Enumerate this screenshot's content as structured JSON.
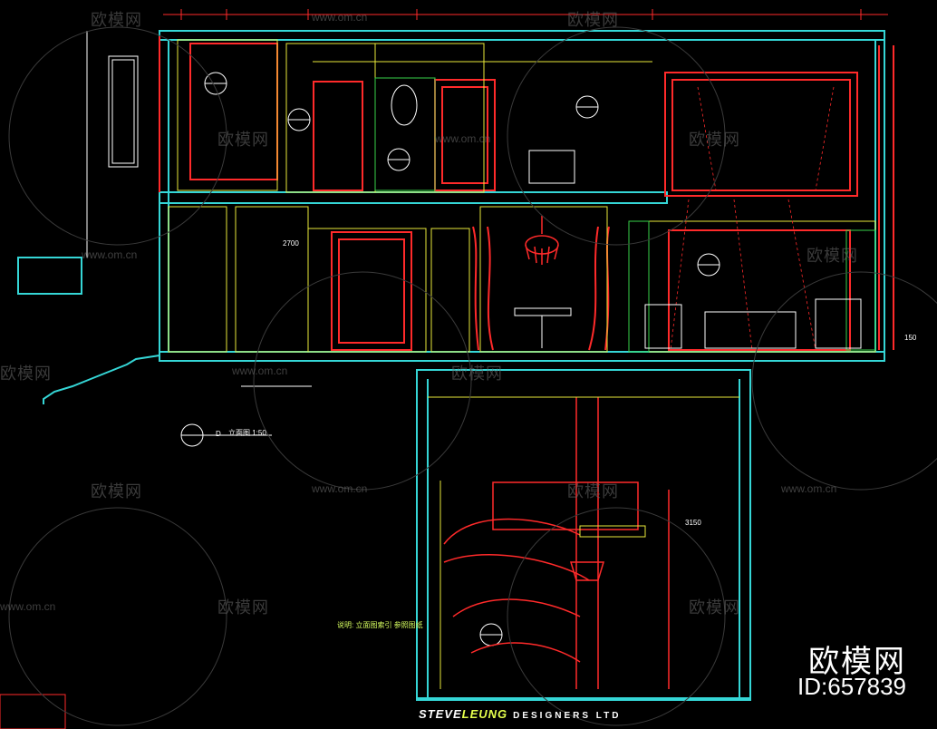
{
  "drawing": {
    "section_label": "D",
    "section_title": "立面图 1:50",
    "dim_3150": "3150",
    "dim_150": "150",
    "dim_2700": "2700",
    "note_text": "说明: 立面图索引 参照图纸"
  },
  "watermark": {
    "brand_cn": "欧模网",
    "brand_id": "ID:657839",
    "repeat_cn": "欧模网",
    "repeat_url": "www.om.cn"
  },
  "designer": {
    "name_part1": "STEVE",
    "name_part2": "LEUNG",
    "suffix": "DESIGNERS LTD"
  },
  "colors": {
    "background": "#000000",
    "wall": "#35d6d6",
    "detail_red": "#ff2a2a",
    "annotation_yellow": "#ffff00",
    "line_white": "#ffffff"
  }
}
